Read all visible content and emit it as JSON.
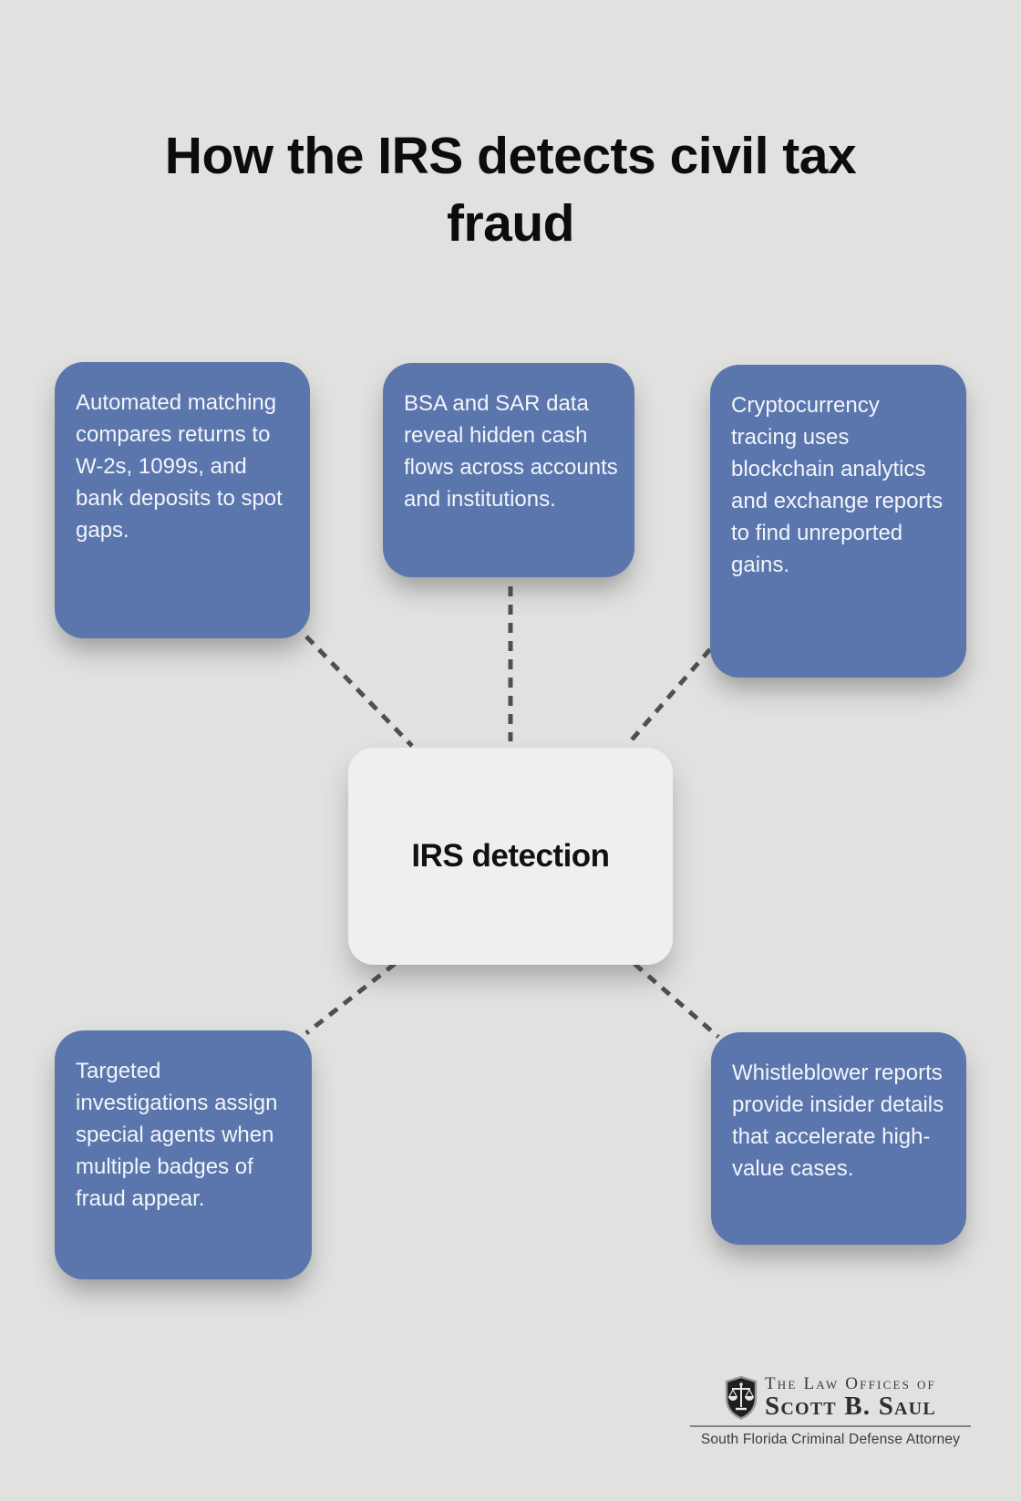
{
  "title": {
    "line1": "How the IRS detects civil tax",
    "line2": "fraud"
  },
  "center": {
    "label": "IRS detection"
  },
  "nodes": [
    {
      "id": "automated-matching",
      "text": "Automated matching compares returns to W-2s, 1099s, and bank deposits to spot gaps."
    },
    {
      "id": "bsa-sar-data",
      "text": "BSA and SAR data reveal hidden cash flows across accounts and institutions."
    },
    {
      "id": "cryptocurrency-tracing",
      "text": "Cryptocurrency tracing uses blockchain analytics and exchange reports to find unreported gains."
    },
    {
      "id": "targeted-investigations",
      "text": "Targeted investigations assign special agents when multiple badges of fraud appear."
    },
    {
      "id": "whistleblower-reports",
      "text": "Whistleblower reports provide insider details that accelerate high-value cases."
    }
  ],
  "footer_logo": {
    "firm_line1": "The Law Offices of",
    "firm_line2": "Scott B. Saul",
    "tagline": "South Florida Criminal Defense Attorney",
    "icon": "scales-of-justice-shield-icon"
  },
  "colors": {
    "background": "#e1e1df",
    "node_fill": "#5b76ad",
    "node_text": "#f3f5fa",
    "center_fill": "#efeff1",
    "connector": "#4f4f4f",
    "title_text": "#0c0c0c"
  }
}
